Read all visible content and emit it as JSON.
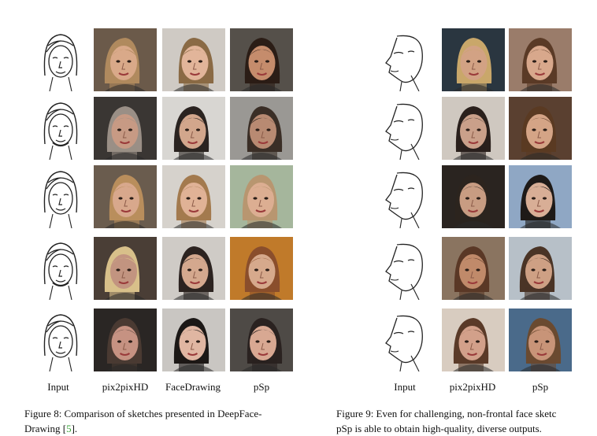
{
  "figure8": {
    "columns": [
      "Input",
      "pix2pixHD",
      "FaceDrawing",
      "pSp"
    ],
    "caption_line1": "Figure 8: Comparison of sketches presented in DeepFace-",
    "caption_line2_prefix": "Drawing [",
    "caption_ref": "5",
    "caption_line2_suffix": "].",
    "rows": [
      {
        "skin": [
          "#d9a989",
          "#e2b59a",
          "#c58c6c"
        ],
        "hair": [
          "#b08a5e",
          "#8a6a45",
          "#2b1d16"
        ],
        "bg": [
          "#6b5a4a",
          "#cfcac4",
          "#55504a"
        ]
      },
      {
        "skin": [
          "#c79a84",
          "#d2a68c",
          "#b88a72"
        ],
        "hair": [
          "#9a8f86",
          "#2a2320",
          "#3a2e26"
        ],
        "bg": [
          "#3a3633",
          "#d8d6d2",
          "#9a9894"
        ]
      },
      {
        "skin": [
          "#d8a88c",
          "#e0b296",
          "#dcae92"
        ],
        "hair": [
          "#b98e5c",
          "#a37a4e",
          "#b89670"
        ],
        "bg": [
          "#6a5c4e",
          "#d6d2cc",
          "#a5b69c"
        ]
      },
      {
        "skin": [
          "#c29480",
          "#d4a88e",
          "#d6a98c"
        ],
        "hair": [
          "#d8c08a",
          "#2c2320",
          "#8a4e2c"
        ],
        "bg": [
          "#4a3e36",
          "#cfcbc6",
          "#c07a2a"
        ]
      },
      {
        "skin": [
          "#c69282",
          "#e0b6a2",
          "#d8a892"
        ],
        "hair": [
          "#4a3a32",
          "#1c1816",
          "#2a2220"
        ],
        "bg": [
          "#2a2624",
          "#c9c6c2",
          "#4e4a46"
        ]
      }
    ]
  },
  "figure9": {
    "columns": [
      "Input",
      "pix2pixHD",
      "pSp"
    ],
    "caption_line1": "Figure 9: Even for challenging, non-frontal face sketc",
    "caption_line2": "pSp is able to obtain high-quality, diverse outputs.",
    "rows": [
      {
        "skin": [
          "#d2a284",
          "#d8a88c"
        ],
        "hair": [
          "#c9a76a",
          "#5a3a26"
        ],
        "bg": [
          "#2a3640",
          "#9a7c6a"
        ]
      },
      {
        "skin": [
          "#caa08a",
          "#d4a486"
        ],
        "hair": [
          "#2a201c",
          "#5a3a22"
        ],
        "bg": [
          "#cfc8c0",
          "#5a4030"
        ]
      },
      {
        "skin": [
          "#c89c82",
          "#d8ae96"
        ],
        "hair": [
          "#2c241e",
          "#1e1a18"
        ],
        "bg": [
          "#2a2420",
          "#8fa7c4"
        ]
      },
      {
        "skin": [
          "#c08a6a",
          "#cea084"
        ],
        "hair": [
          "#5a3826",
          "#4a3426"
        ],
        "bg": [
          "#8a7460",
          "#b7c0c8"
        ]
      },
      {
        "skin": [
          "#d2a08a",
          "#c89478"
        ],
        "hair": [
          "#5a3a28",
          "#6a4a30"
        ],
        "bg": [
          "#d8ccc0",
          "#4a6a8a"
        ]
      }
    ]
  }
}
